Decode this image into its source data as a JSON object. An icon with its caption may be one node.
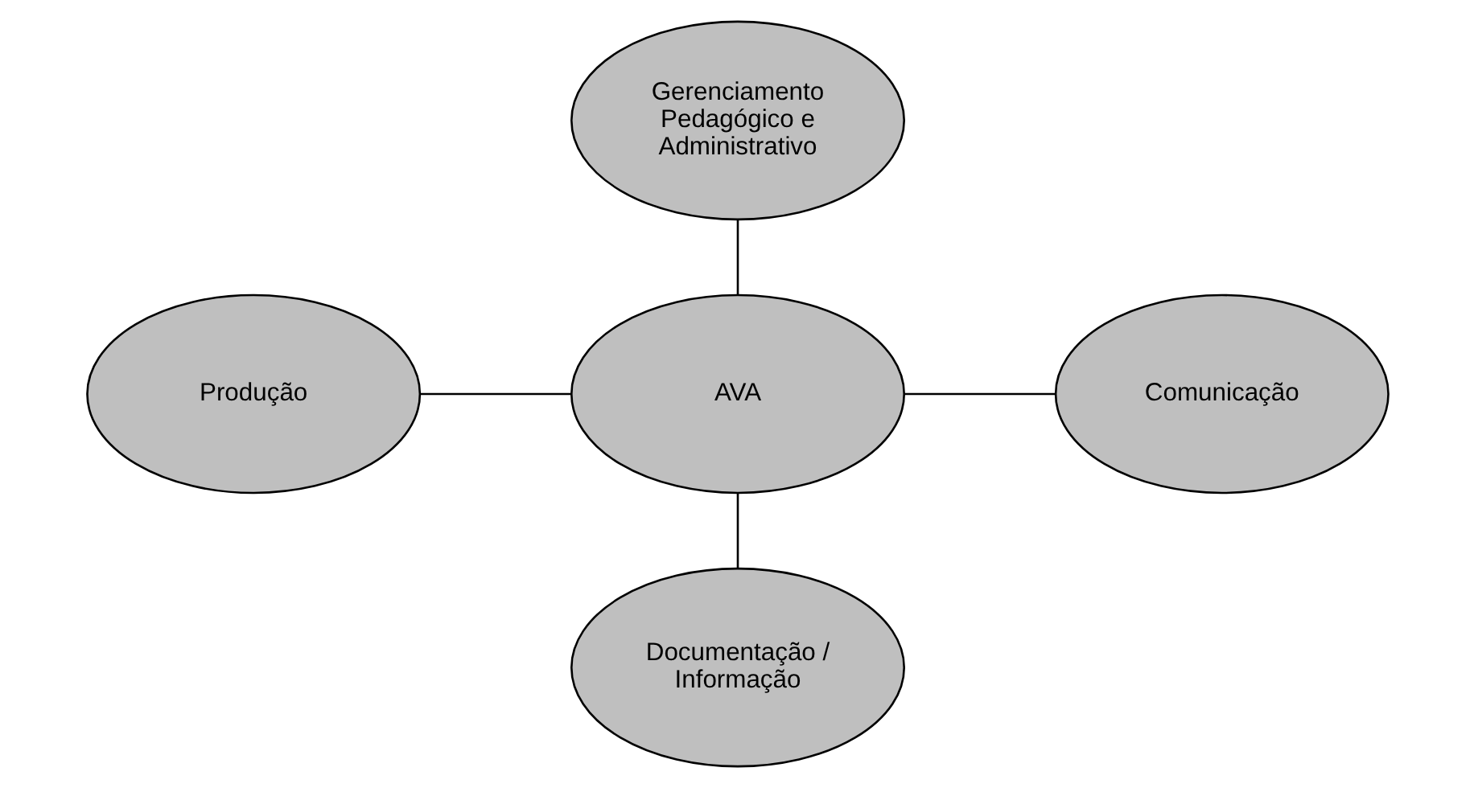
{
  "diagram": {
    "nodes": [
      {
        "text": [
          "Gerenciamento Pedagógico e Administrativo"
        ]
      },
      {
        "text": [
          "Produção"
        ]
      },
      {
        "text": [
          "AVA"
        ]
      },
      {
        "text": [
          "Comunicação"
        ]
      },
      {
        "text": [
          "Documentação / Informação"
        ]
      }
    ],
    "edges": [
      {
        "from": 0,
        "to": 2,
        "arrow": "none"
      },
      {
        "from": 1,
        "to": 2,
        "arrow": "none"
      },
      {
        "from": 2,
        "to": 3,
        "arrow": "none"
      },
      {
        "from": 2,
        "to": 4,
        "arrow": "none"
      }
    ]
  }
}
